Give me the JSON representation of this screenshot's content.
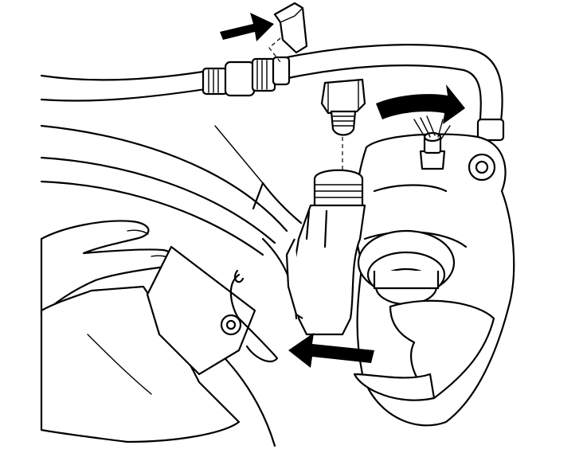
{
  "illustration": {
    "subject": "brake-caliper-hose-removal",
    "colors": {
      "line": "#000000",
      "background": "#ffffff",
      "arrow": "#000000"
    },
    "parts": [
      {
        "name": "retaining-clip",
        "icon": "clip-icon"
      },
      {
        "name": "brake-hose",
        "icon": "hose-icon"
      },
      {
        "name": "banjo-bolt",
        "icon": "bolt-icon"
      },
      {
        "name": "bleeder-valve",
        "icon": "valve-icon"
      },
      {
        "name": "caliper-housing",
        "icon": "caliper-icon"
      },
      {
        "name": "hose-fitting",
        "icon": "fitting-icon"
      },
      {
        "name": "brake-disc",
        "icon": "disc-icon"
      },
      {
        "name": "hand",
        "icon": "hand-icon"
      },
      {
        "name": "wire-spring-clip",
        "icon": "spring-clip-icon"
      }
    ],
    "arrows": [
      {
        "name": "remove-clip-arrow",
        "icon": "arrow-right-icon"
      },
      {
        "name": "rotate-arrow",
        "icon": "arrow-curved-icon"
      },
      {
        "name": "pull-hose-arrow",
        "icon": "arrow-left-icon"
      }
    ]
  }
}
